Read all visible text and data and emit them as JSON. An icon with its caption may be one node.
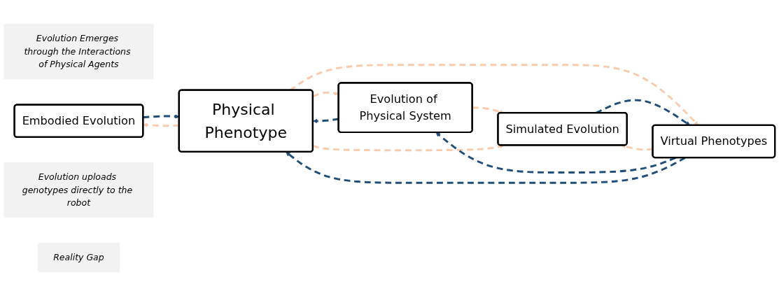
{
  "diagram": {
    "nodes": [
      {
        "text": [
          "Evolution Emerges through the Interactions of Physical Agents"
        ]
      },
      {
        "text": [
          "Embodied Evolution"
        ]
      },
      {
        "text": [
          "Evolution uploads genotypes directly to the robot"
        ]
      },
      {
        "text": [
          "Simulated Evolution"
        ]
      },
      {
        "text": [
          "Evolution of Physical System"
        ]
      },
      {
        "text": [
          "Virtual Phenotypes"
        ]
      },
      {
        "text": [
          "Physical Phenotype"
        ]
      },
      {
        "text": [
          "Reality Gap"
        ]
      }
    ],
    "edges": [
      {
        "from": 1,
        "to": 6,
        "arrow": "to",
        "style": "dashed",
        "color": "#1f4e79"
      },
      {
        "from": 6,
        "to": 1,
        "arrow": "to",
        "style": "dashed",
        "color": "#f8cbad"
      },
      {
        "from": 4,
        "to": 6,
        "arrow": "to",
        "style": "dashed",
        "color": "#1f4e79"
      },
      {
        "from": 6,
        "to": 4,
        "arrow": "to",
        "style": "dashed",
        "color": "#f8cbad"
      },
      {
        "from": 4,
        "to": 3,
        "arrow": "to",
        "style": "dashed",
        "color": "#f8cbad"
      },
      {
        "from": 6,
        "to": 3,
        "arrow": "to",
        "style": "dashed",
        "color": "#f8cbad"
      },
      {
        "from": 6,
        "to": 5,
        "arrow": "to",
        "style": "dashed",
        "color": "#f8cbad"
      },
      {
        "from": 5,
        "to": 3,
        "arrow": "to",
        "style": "dashed",
        "color": "#f8cbad"
      },
      {
        "from": 3,
        "to": 5,
        "arrow": "to",
        "style": "dashed",
        "color": "#1f4e79"
      },
      {
        "from": 5,
        "to": 4,
        "arrow": "to",
        "style": "dashed",
        "color": "#1f4e79"
      },
      {
        "from": 5,
        "to": 6,
        "arrow": "to",
        "style": "dashed",
        "color": "#1f4e79"
      }
    ]
  }
}
